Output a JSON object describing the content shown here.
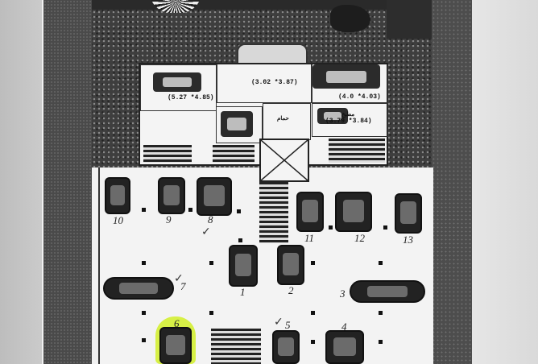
{
  "dimensions": {
    "living": "(5.27 *4.85)",
    "majlis": "(3.02 *3.87)",
    "dining": "(4.0 *4.03)",
    "kitchen": "(3.79 *3.84)"
  },
  "room_labels": {
    "kitchen": "مطبخ",
    "bath": "حمام"
  },
  "parking_numbers": [
    "10",
    "9",
    "8",
    "11",
    "12",
    "13",
    "7",
    "1",
    "2",
    "3",
    "6",
    "5",
    "4"
  ]
}
